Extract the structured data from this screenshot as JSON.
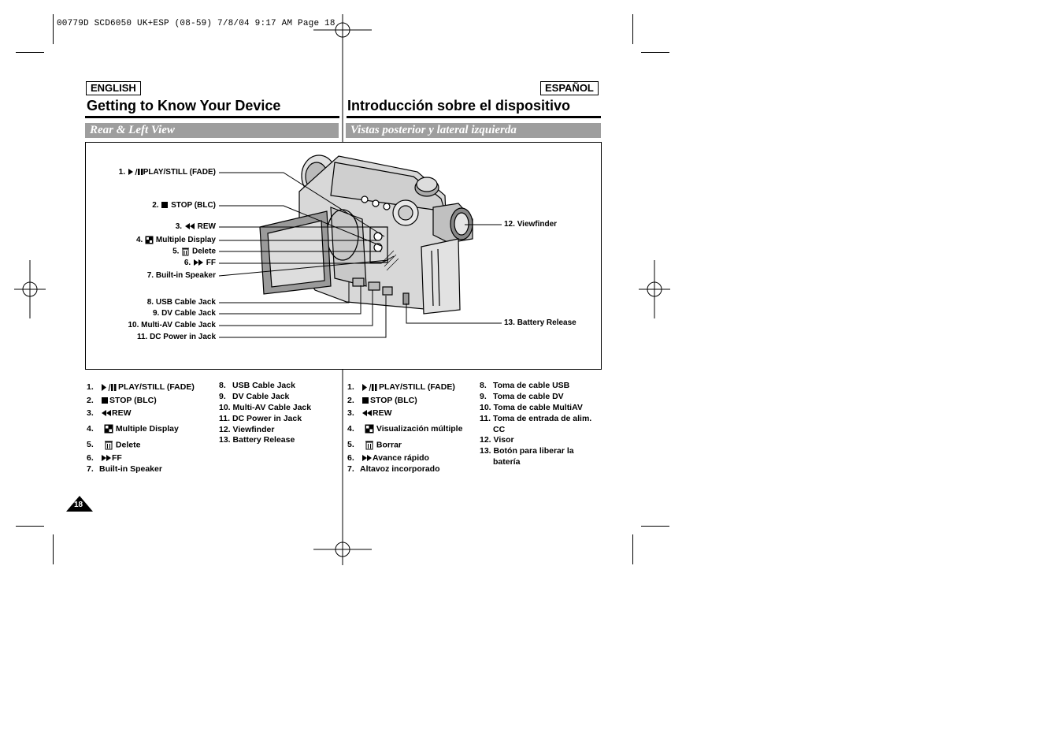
{
  "print_header": "00779D SCD6050 UK+ESP (08-59)  7/8/04 9:17 AM  Page 18",
  "english": {
    "lang_tag": "ENGLISH",
    "title": "Getting to Know Your Device",
    "subtitle": "Rear & Left View",
    "list_left": [
      {
        "n": "1.",
        "icon": "play-pause-icon",
        "text": "PLAY/STILL (FADE)"
      },
      {
        "n": "2.",
        "icon": "stop-icon",
        "text": "STOP (BLC)"
      },
      {
        "n": "3.",
        "icon": "rewind-icon",
        "text": "REW"
      },
      {
        "n": "4.",
        "icon": "multi-display-icon",
        "text": "Multiple Display"
      },
      {
        "n": "5.",
        "icon": "trash-icon",
        "text": "Delete"
      },
      {
        "n": "6.",
        "icon": "fast-forward-icon",
        "text": "FF"
      },
      {
        "n": "7.",
        "icon": "",
        "text": "Built-in Speaker"
      }
    ],
    "list_right": [
      {
        "n": "8.",
        "text": "USB Cable Jack"
      },
      {
        "n": "9.",
        "text": "DV Cable Jack"
      },
      {
        "n": "10.",
        "text": "Multi-AV Cable Jack"
      },
      {
        "n": "11.",
        "text": "DC Power in Jack"
      },
      {
        "n": "12.",
        "text": "Viewfinder"
      },
      {
        "n": "13.",
        "text": "Battery Release"
      }
    ]
  },
  "espanol": {
    "lang_tag": "ESPAÑOL",
    "title": "Introducción sobre el dispositivo",
    "subtitle": "Vistas posterior y lateral izquierda",
    "list_left": [
      {
        "n": "1.",
        "icon": "play-pause-icon",
        "text": "PLAY/STILL (FADE)"
      },
      {
        "n": "2.",
        "icon": "stop-icon",
        "text": "STOP (BLC)"
      },
      {
        "n": "3.",
        "icon": "rewind-icon",
        "text": "REW"
      },
      {
        "n": "4.",
        "icon": "multi-display-icon",
        "text": "Visualización múltiple"
      },
      {
        "n": "5.",
        "icon": "trash-icon",
        "text": "Borrar"
      },
      {
        "n": "6.",
        "icon": "fast-forward-icon",
        "text": "Avance rápido"
      },
      {
        "n": "7.",
        "icon": "",
        "text": "Altavoz incorporado"
      }
    ],
    "list_right": [
      {
        "n": "8.",
        "text": "Toma de cable USB"
      },
      {
        "n": "9.",
        "text": "Toma de cable DV"
      },
      {
        "n": "10.",
        "text": "Toma de cable MultiAV"
      },
      {
        "n": "11.",
        "text": "Toma de entrada de alim."
      },
      {
        "n": "",
        "text": "CC"
      },
      {
        "n": "12.",
        "text": "Visor"
      },
      {
        "n": "13.",
        "text": "Botón para liberar la"
      },
      {
        "n": "",
        "text": "batería"
      }
    ]
  },
  "figure": {
    "callouts_left": [
      {
        "n": "1.",
        "icon": "play-pause-icon",
        "text": "PLAY/STILL (FADE)"
      },
      {
        "n": "2.",
        "icon": "stop-icon",
        "text": "STOP (BLC)"
      },
      {
        "n": "3.",
        "icon": "rewind-icon",
        "text": "REW"
      },
      {
        "n": "4.",
        "icon": "multi-display-icon",
        "text": "Multiple Display"
      },
      {
        "n": "5.",
        "icon": "trash-icon",
        "text": "Delete"
      },
      {
        "n": "6.",
        "icon": "fast-forward-icon",
        "text": "FF"
      },
      {
        "n": "7.",
        "icon": "",
        "text": "Built-in Speaker"
      },
      {
        "n": "8.",
        "icon": "",
        "text": "USB Cable Jack"
      },
      {
        "n": "9.",
        "icon": "",
        "text": "DV Cable Jack"
      },
      {
        "n": "10.",
        "icon": "",
        "text": "Multi-AV Cable Jack"
      },
      {
        "n": "11.",
        "icon": "",
        "text": "DC Power in Jack"
      }
    ],
    "callouts_right": [
      {
        "n": "12.",
        "text": "Viewfinder"
      },
      {
        "n": "13.",
        "text": "Battery Release"
      }
    ]
  },
  "page_number": "18"
}
